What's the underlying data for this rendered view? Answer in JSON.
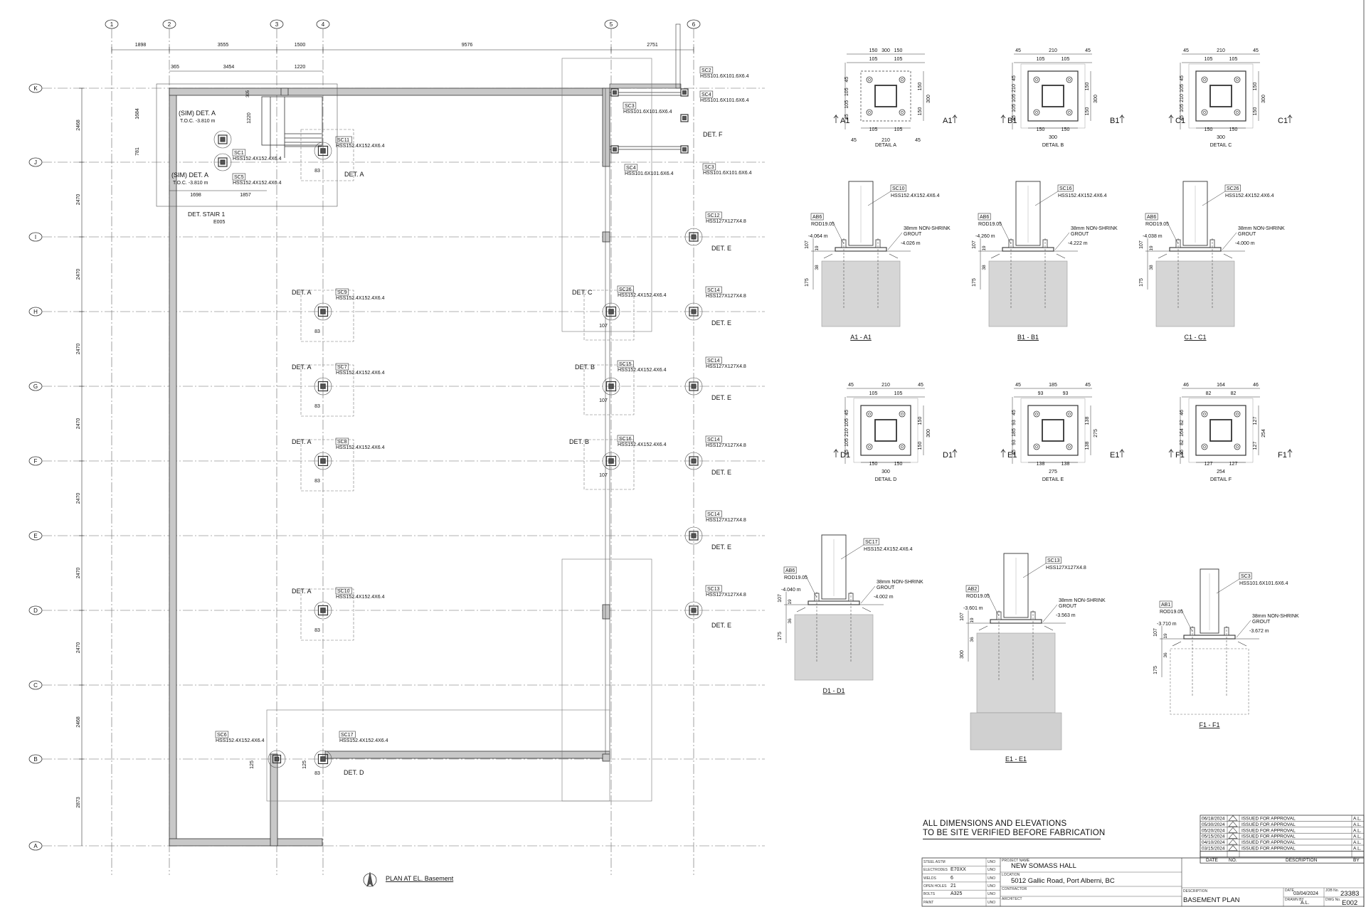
{
  "drawing": {
    "grid_columns": [
      "1",
      "2",
      "3",
      "4",
      "5",
      "6"
    ],
    "grid_rows": [
      "K",
      "J",
      "I",
      "H",
      "G",
      "F",
      "E",
      "D",
      "C",
      "B",
      "A"
    ],
    "top_dims": [
      "1898",
      "3555",
      "1500",
      "9576",
      "2751"
    ],
    "second_dims": [
      "365",
      "3454",
      "1220"
    ],
    "left_dims": [
      "2468",
      "2470",
      "2470",
      "2470",
      "2470",
      "2470",
      "2470",
      "2470",
      "2468",
      "2873"
    ],
    "stair": {
      "label1": "(SIM) DET. A",
      "toc1": "T.O.C. -3.810 m",
      "label2": "(SIM) DET. A",
      "toc2": "T.O.C. -3.810 m",
      "sc1": "SC1",
      "sc1_size": "HSS152.4X152.4X6.4",
      "sc5": "SC5",
      "sc5_size": "HSS152.4X152.4X6.4",
      "dim_1684": "1684",
      "dim_781": "781",
      "dim_1220": "1220",
      "dim_305": "305",
      "dim_1698": "1698",
      "dim_1857": "1857",
      "det_stair": "DET. STAIR 1",
      "det_stair_ref": "E005"
    },
    "columns": [
      {
        "id": "SC11",
        "size": "HSS152.4X152.4X6.4",
        "det": "DET. A",
        "dim": "83"
      },
      {
        "id": "SC9",
        "size": "HSS152.4X152.4X6.4",
        "det": "DET. A",
        "dim": "83"
      },
      {
        "id": "SC7",
        "size": "HSS152.4X152.4X6.4",
        "det": "DET. A",
        "dim": "83"
      },
      {
        "id": "SC8",
        "size": "HSS152.4X152.4X6.4",
        "det": "DET. A",
        "dim": "83"
      },
      {
        "id": "SC10",
        "size": "HSS152.4X152.4X6.4",
        "det": "DET. A",
        "dim": "83"
      },
      {
        "id": "SC17",
        "size": "HSS152.4X152.4X6.4",
        "det": "DET. D",
        "dim": "83",
        "dim2": "125"
      },
      {
        "id": "SC6",
        "size": "HSS152.4X152.4X6.4",
        "dim": "125"
      },
      {
        "id": "SC26",
        "size": "HSS152.4X152.4X6.4",
        "det": "DET. C",
        "dim": "107"
      },
      {
        "id": "SC15",
        "size": "HSS152.4X152.4X6.4",
        "det": "DET. B",
        "dim": "107"
      },
      {
        "id": "SC16",
        "size": "HSS152.4X152.4X6.4",
        "det": "DET. B",
        "dim": "107"
      },
      {
        "id": "SC2",
        "size": "HSS101.6X101.6X6.4"
      },
      {
        "id": "SC4",
        "size": "HSS101.6X101.6X6.4"
      },
      {
        "id": "SC3",
        "size": "HSS101.6X101.6X6.4"
      },
      {
        "id": "SC4",
        "size": "HSS101.6X101.6X6.4"
      },
      {
        "id": "SC3",
        "size": "HSS101.6X101.6X6.4",
        "det": "DET. F"
      },
      {
        "id": "SC12",
        "size": "HSS127X127X4.8",
        "det": "DET. E"
      },
      {
        "id": "SC14",
        "size": "HSS127X127X4.8",
        "det": "DET. E"
      },
      {
        "id": "SC14",
        "size": "HSS127X127X4.8",
        "det": "DET. E"
      },
      {
        "id": "SC14",
        "size": "HSS127X127X4.8",
        "det": "DET. E"
      },
      {
        "id": "SC14",
        "size": "HSS127X127X4.8",
        "det": "DET. E"
      },
      {
        "id": "SC13",
        "size": "HSS127X127X4.8",
        "det": "DET. E"
      }
    ],
    "plan_title": "PLAN AT EL. Basement"
  },
  "details": [
    {
      "name": "DETAIL A",
      "mark": "A1",
      "top": [
        "300",
        "150",
        "150"
      ],
      "top2": [
        "105",
        "105"
      ],
      "side": [
        "45",
        "105",
        "105",
        "45"
      ],
      "right": [
        "150",
        "150",
        "300"
      ],
      "bottom": [
        "105",
        "105",
        "45",
        "210",
        "45"
      ],
      "base": "210",
      "dashed": true
    },
    {
      "name": "DETAIL B",
      "mark": "B1",
      "top": [
        "45",
        "210",
        "45"
      ],
      "top2": [
        "105",
        "105"
      ],
      "side": [
        "45",
        "210",
        "105",
        "105",
        "45"
      ],
      "right": [
        "150",
        "150",
        "300"
      ],
      "bottom": [
        "150",
        "150",
        "300"
      ],
      "dashed": false
    },
    {
      "name": "DETAIL C",
      "mark": "C1",
      "top": [
        "45",
        "210",
        "45"
      ],
      "top2": [
        "105",
        "105"
      ],
      "side": [
        "45",
        "105",
        "210",
        "105",
        "45"
      ],
      "right": [
        "150",
        "150",
        "300"
      ],
      "bottom": [
        "150",
        "150",
        "300"
      ],
      "dashed": false
    },
    {
      "name": "DETAIL D",
      "mark": "D1",
      "top": [
        "45",
        "210",
        "45"
      ],
      "top2": [
        "105",
        "105"
      ],
      "side": [
        "45",
        "105",
        "210",
        "105",
        "45"
      ],
      "right": [
        "150",
        "150",
        "300"
      ],
      "bottom": [
        "150",
        "150",
        "300"
      ],
      "dashed": false
    },
    {
      "name": "DETAIL E",
      "mark": "E1",
      "top": [
        "45",
        "185",
        "45"
      ],
      "top2": [
        "93",
        "93"
      ],
      "side": [
        "45",
        "93",
        "185",
        "93",
        "45"
      ],
      "right": [
        "138",
        "138",
        "275"
      ],
      "bottom": [
        "138",
        "138",
        "275"
      ],
      "dashed": false
    },
    {
      "name": "DETAIL F",
      "mark": "F1",
      "top": [
        "46",
        "164",
        "46"
      ],
      "top2": [
        "82",
        "82"
      ],
      "side": [
        "46",
        "82",
        "164",
        "82",
        "46"
      ],
      "right": [
        "127",
        "127",
        "254"
      ],
      "bottom": [
        "127",
        "127",
        "254"
      ],
      "dashed": false
    }
  ],
  "sections": [
    {
      "name": "A1 - A1",
      "col": "SC10",
      "size": "HSS152.4X152.4X6.4",
      "ab": "AB6",
      "rod": "ROD19.05",
      "elev1": "-4.064 m",
      "grout": "38mm NON-SHRINK",
      "grout2": "GROUT",
      "elev2": "-4.026 m",
      "d": [
        "107",
        "19",
        "38",
        "175"
      ]
    },
    {
      "name": "B1 - B1",
      "col": "SC16",
      "size": "HSS152.4X152.4X6.4",
      "ab": "AB6",
      "rod": "ROD19.05",
      "elev1": "-4.260 m",
      "grout": "38mm NON-SHRINK",
      "grout2": "GROUT",
      "elev2": "-4.222 m",
      "d": [
        "107",
        "19",
        "38",
        "175"
      ]
    },
    {
      "name": "C1 - C1",
      "col": "SC26",
      "size": "HSS152.4X152.4X6.4",
      "ab": "AB6",
      "rod": "ROD19.05",
      "elev1": "-4.038 m",
      "grout": "38mm NON-SHRINK",
      "grout2": "GROUT",
      "elev2": "-4.000 m",
      "d": [
        "107",
        "19",
        "38",
        "175"
      ]
    },
    {
      "name": "D1 - D1",
      "col": "SC17",
      "size": "HSS152.4X152.4X6.4",
      "ab": "AB6",
      "rod": "ROD19.05",
      "elev1": "-4.040 m",
      "grout": "38mm NON-SHRINK",
      "grout2": "GROUT",
      "elev2": "-4.002 m",
      "d": [
        "107",
        "19",
        "36",
        "175"
      ]
    },
    {
      "name": "E1 - E1",
      "col": "SC13",
      "size": "HSS127X127X4.8",
      "ab": "AB2",
      "rod": "ROD19.05",
      "elev1": "-3.601 m",
      "grout": "38mm NON-SHRINK",
      "grout2": "GROUT",
      "elev2": "-3.563 m",
      "d": [
        "107",
        "19",
        "36",
        "300"
      ]
    },
    {
      "name": "F1 - F1",
      "col": "SC3",
      "size": "HSS101.6X101.6X6.4",
      "ab": "AB1",
      "rod": "ROD19.05",
      "elev1": "-3.710 m",
      "grout": "38mm NON-SHRINK",
      "grout2": "GROUT",
      "elev2": "-3.672 m",
      "d": [
        "107",
        "19",
        "36",
        "175"
      ]
    }
  ],
  "note": {
    "line1": "ALL DIMENSIONS AND ELEVATIONS",
    "line2": "TO BE SITE VERIFIED BEFORE FABRICATION"
  },
  "revisions": [
    {
      "date": "06/18/2024",
      "desc": "ISSUED FOR APPROVAL",
      "by": "A.L."
    },
    {
      "date": "05/30/2024",
      "desc": "ISSUED FOR APPROVAL",
      "by": "A.L."
    },
    {
      "date": "05/20/2024",
      "desc": "ISSUED FOR APPROVAL",
      "by": "A.L."
    },
    {
      "date": "05/15/2024",
      "desc": "ISSUED FOR APPROVAL",
      "by": "A.L."
    },
    {
      "date": "04/10/2024",
      "desc": "ISSUED FOR APPROVAL",
      "by": "A.L."
    },
    {
      "date": "03/15/2024",
      "desc": "ISSUED FOR APPROVAL",
      "by": "A.L."
    }
  ],
  "rev_headers": {
    "date": "DATE",
    "no": "NO.",
    "desc": "DESCRIPTION",
    "by": "BY"
  },
  "titleblock": {
    "rows": [
      {
        "label": "STEEL ASTM",
        "value": "",
        "unit": "UNO"
      },
      {
        "label": "ELECTRODES",
        "value": "E70XX",
        "unit": "UNO"
      },
      {
        "label": "WELDS",
        "value": "6",
        "unit": "UNO"
      },
      {
        "label": "OPEN HOLES",
        "value": "21",
        "unit": "UNO"
      },
      {
        "label": "BOLTS",
        "value": "A325",
        "unit": "UNO"
      },
      {
        "label": "PAINT",
        "value": "",
        "unit": "UNO"
      }
    ],
    "project_label": "PROJECT NAME",
    "project": "NEW SOMASS HALL",
    "location_label": "LOCATION",
    "location": "5012 Gallic Road, Port Alberni, BC",
    "contractor_label": "CONTRACTOR",
    "architect_label": "ARCHITECT",
    "desc_label": "DESCRIPTION",
    "description": "BASEMENT PLAN",
    "date_label": "DATE",
    "date": "03/04/2024",
    "drawn_label": "DRAWN BY",
    "drawn": "A.L.",
    "job_label": "JOB No.",
    "job": "23383",
    "dwg_label": "DWG No.",
    "dwg": "E002"
  }
}
